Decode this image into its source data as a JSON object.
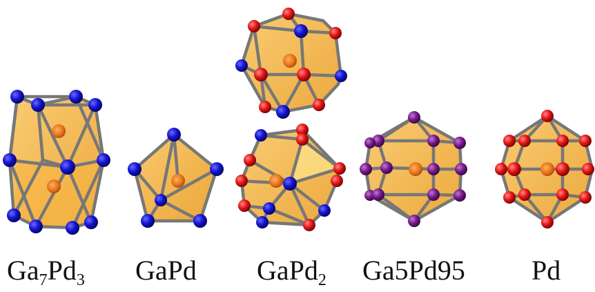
{
  "colors": {
    "polyhedron_fill": "#f5a623",
    "polyhedron_edge": "#7a7a7a",
    "central_atom": "#e8751a",
    "atom_blue": "#1414d2",
    "atom_red": "#e81414",
    "atom_purple": "#7a1a8e"
  },
  "labels": [
    {
      "parts": [
        {
          "t": "Ga"
        },
        {
          "sub": "7"
        },
        {
          "t": "Pd"
        },
        {
          "sub": "3"
        }
      ]
    },
    {
      "parts": [
        {
          "t": "GaPd"
        }
      ]
    },
    {
      "parts": [
        {
          "t": "GaPd"
        },
        {
          "sub": "2"
        }
      ]
    },
    {
      "parts": [
        {
          "t": "Ga5Pd95"
        }
      ]
    },
    {
      "parts": [
        {
          "t": "Pd"
        }
      ]
    }
  ]
}
